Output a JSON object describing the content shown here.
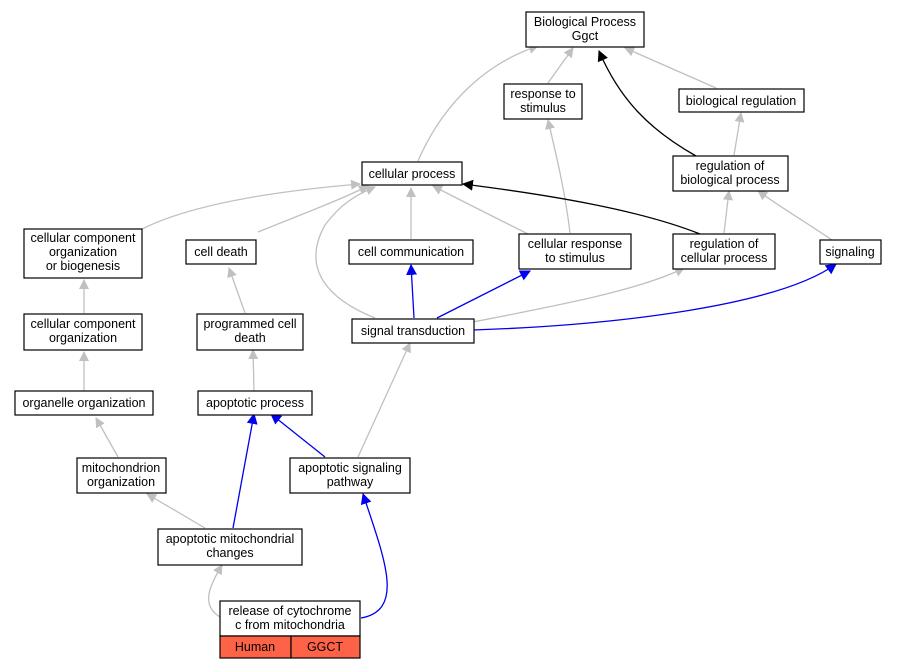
{
  "colors": {
    "is_a_edge": "#c0c0c0",
    "regulates_edge": "#000000",
    "part_of_edge": "#0000ee",
    "highlight_fill": "#ff6347"
  },
  "nodes": {
    "bp": [
      "Biological Process",
      "Ggct"
    ],
    "response_to_stimulus": [
      "response to",
      "stimulus"
    ],
    "biological_regulation": [
      "biological regulation"
    ],
    "regulation_of_biological_process": [
      "regulation of",
      "biological process"
    ],
    "cellular_process": [
      "cellular process"
    ],
    "ccob": [
      "cellular component",
      "organization",
      "or biogenesis"
    ],
    "cell_death": [
      "cell death"
    ],
    "cell_communication": [
      "cell communication"
    ],
    "cellular_response_to_stimulus": [
      "cellular response",
      "to stimulus"
    ],
    "regulation_of_cellular_process": [
      "regulation of",
      "cellular process"
    ],
    "signaling": [
      "signaling"
    ],
    "cco": [
      "cellular component",
      "organization"
    ],
    "programmed_cell_death": [
      "programmed cell",
      "death"
    ],
    "signal_transduction": [
      "signal transduction"
    ],
    "organelle_organization": [
      "organelle organization"
    ],
    "apoptotic_process": [
      "apoptotic process"
    ],
    "mitochondrion_organization": [
      "mitochondrion",
      "organization"
    ],
    "apoptotic_signaling_pathway": [
      "apoptotic signaling",
      "pathway"
    ],
    "apoptotic_mitochondrial_changes": [
      "apoptotic mitochondrial",
      "changes"
    ],
    "release_cytochrome_c": [
      "release of cytochrome",
      "c from mitochondria"
    ]
  },
  "tags": {
    "species": "Human",
    "gene": "GGCT"
  }
}
